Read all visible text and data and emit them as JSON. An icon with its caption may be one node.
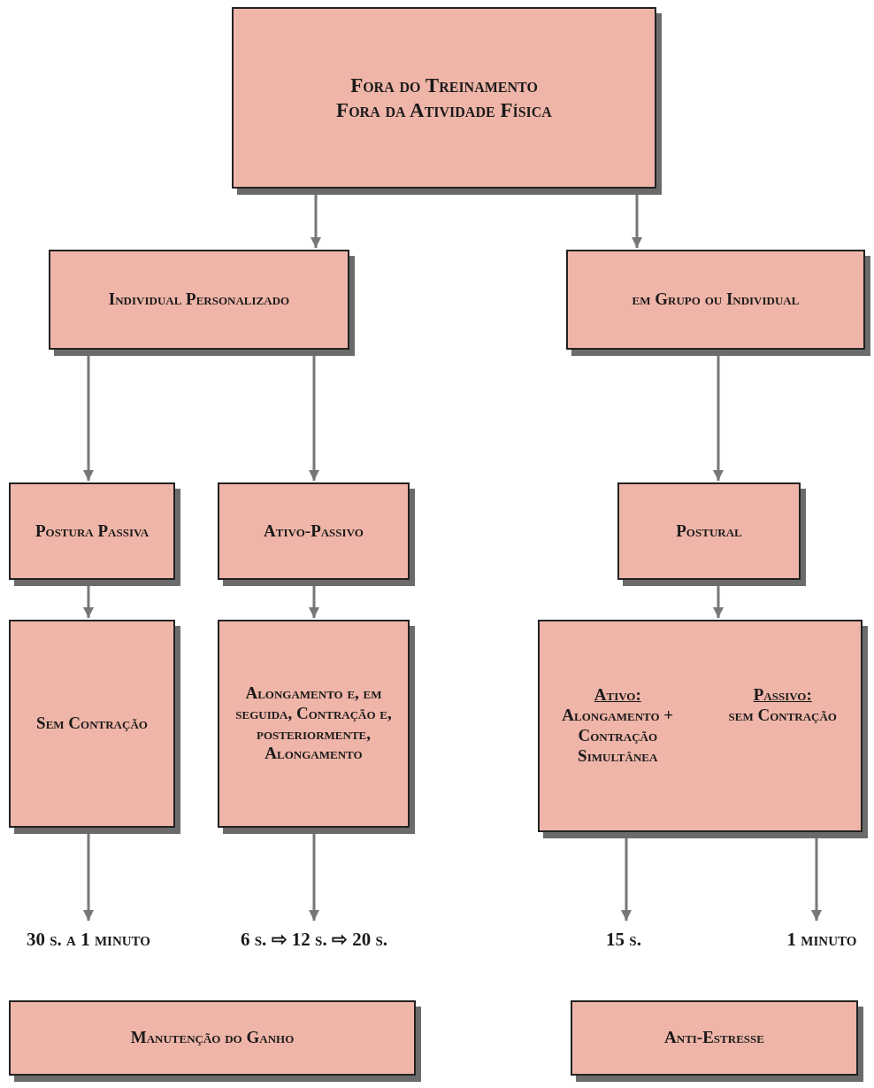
{
  "diagram": {
    "nodes": [
      {
        "text": [
          "Fora do Treinamento",
          "Fora da Atividade Física"
        ]
      },
      {
        "text": [
          "Individual Personalizado"
        ]
      },
      {
        "text": [
          "em Grupo ou Individual"
        ]
      },
      {
        "text": [
          "Postura Passiva"
        ]
      },
      {
        "text": [
          "Ativo-Passivo"
        ]
      },
      {
        "text": [
          "Postural"
        ]
      },
      {
        "text": [
          "Sem Contração"
        ]
      },
      {
        "text": [
          "Alongamento e, em seguida, Contração e, posteriormente, Alongamento"
        ]
      },
      {
        "text": [
          "Ativo:",
          "Alongamento + Contração Simultânea",
          "Passivo:",
          "sem Contração"
        ]
      },
      {
        "text": [
          "30 s. a 1 minuto"
        ]
      },
      {
        "text": [
          "6 s. ⇨ 12 s. ⇨ 20 s."
        ]
      },
      {
        "text": [
          "15 s."
        ]
      },
      {
        "text": [
          "1 minuto"
        ]
      },
      {
        "text": [
          "Manutenção do Ganho"
        ]
      },
      {
        "text": [
          "Anti-Estresse"
        ]
      }
    ],
    "edges": [
      {
        "from": 0,
        "to": 1,
        "arrow": "to"
      },
      {
        "from": 0,
        "to": 2,
        "arrow": "to"
      },
      {
        "from": 1,
        "to": 3,
        "arrow": "to"
      },
      {
        "from": 1,
        "to": 4,
        "arrow": "to"
      },
      {
        "from": 2,
        "to": 5,
        "arrow": "to"
      },
      {
        "from": 3,
        "to": 6,
        "arrow": "to"
      },
      {
        "from": 4,
        "to": 7,
        "arrow": "to"
      },
      {
        "from": 5,
        "to": 8,
        "arrow": "to"
      },
      {
        "from": 6,
        "to": 9,
        "arrow": "to"
      },
      {
        "from": 7,
        "to": 10,
        "arrow": "to"
      },
      {
        "from": 8,
        "to": 11,
        "arrow": "to"
      },
      {
        "from": 8,
        "to": 12,
        "arrow": "to"
      }
    ]
  }
}
